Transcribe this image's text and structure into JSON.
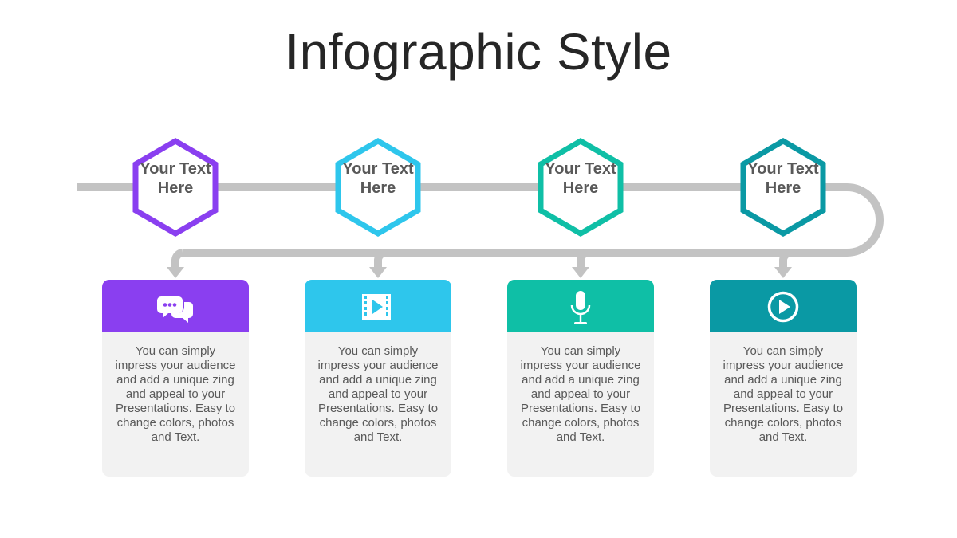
{
  "title": "Infographic Style",
  "colors": {
    "step1": "#8a3ff0",
    "step2": "#2ec6ec",
    "step3": "#0fbfa6",
    "step4": "#0a99a4",
    "connector": "#c3c3c3",
    "card_body": "#f2f2f2",
    "text": "#595959"
  },
  "steps": [
    {
      "hex_label": "Your Text Here",
      "icon": "chat-bubbles-icon",
      "description": "You can simply impress your audience and add a unique zing and appeal to your Presentations. Easy to change colors, photos and Text."
    },
    {
      "hex_label": "Your Text Here",
      "icon": "video-film-icon",
      "description": "You can simply impress your audience and add a unique zing and appeal to your Presentations. Easy to change colors, photos and Text."
    },
    {
      "hex_label": "Your Text Here",
      "icon": "microphone-icon",
      "description": "You can simply impress your audience and add a unique zing and appeal to your Presentations. Easy to change colors, photos and Text."
    },
    {
      "hex_label": "Your Text Here",
      "icon": "play-circle-icon",
      "description": "You can simply impress your audience and add a unique zing and appeal to your Presentations. Easy to change colors, photos and Text."
    }
  ]
}
